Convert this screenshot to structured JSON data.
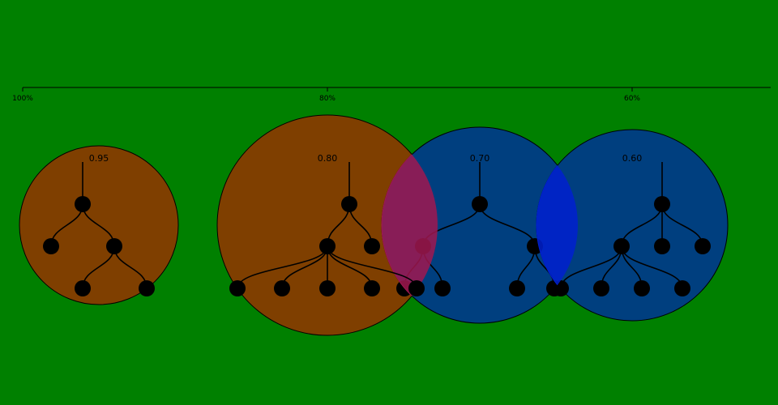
{
  "axis": {
    "ticks": [
      {
        "label": "100%",
        "value": 100
      },
      {
        "label": "80%",
        "value": 80
      },
      {
        "label": "60%",
        "value": 60
      }
    ]
  },
  "groups": [
    {
      "label": "0.95",
      "value": 0.95,
      "kind": "orange",
      "tree": {
        "c": [
          {
            "c": []
          },
          {
            "c": [
              {
                "c": []
              },
              {
                "c": []
              }
            ]
          }
        ]
      }
    },
    {
      "label": "0.80",
      "value": 0.8,
      "kind": "orange",
      "tree": {
        "c": [
          {
            "c": [
              {
                "c": []
              },
              {
                "c": []
              },
              {
                "c": []
              },
              {
                "c": []
              },
              {
                "c": []
              }
            ]
          },
          {
            "c": []
          }
        ]
      }
    },
    {
      "label": "0.70",
      "value": 0.7,
      "kind": "blue",
      "tree": {
        "c": [
          {
            "c": [
              {
                "c": []
              },
              {
                "c": []
              }
            ]
          },
          {
            "c": [
              {
                "c": []
              },
              {
                "c": []
              }
            ]
          }
        ]
      }
    },
    {
      "label": "0.60",
      "value": 0.6,
      "kind": "blue",
      "tree": {
        "c": [
          {
            "c": [
              {
                "c": []
              },
              {
                "c": []
              },
              {
                "c": []
              },
              {
                "c": []
              }
            ]
          },
          {
            "c": []
          },
          {
            "c": []
          }
        ]
      }
    }
  ],
  "colors": {
    "background": "#008000",
    "orange": "#7f3f00",
    "blue": "#003f7f",
    "overlap_orange_blue": "#a01850",
    "overlap_blue_blue": "#0020d0",
    "node": "#000000"
  }
}
